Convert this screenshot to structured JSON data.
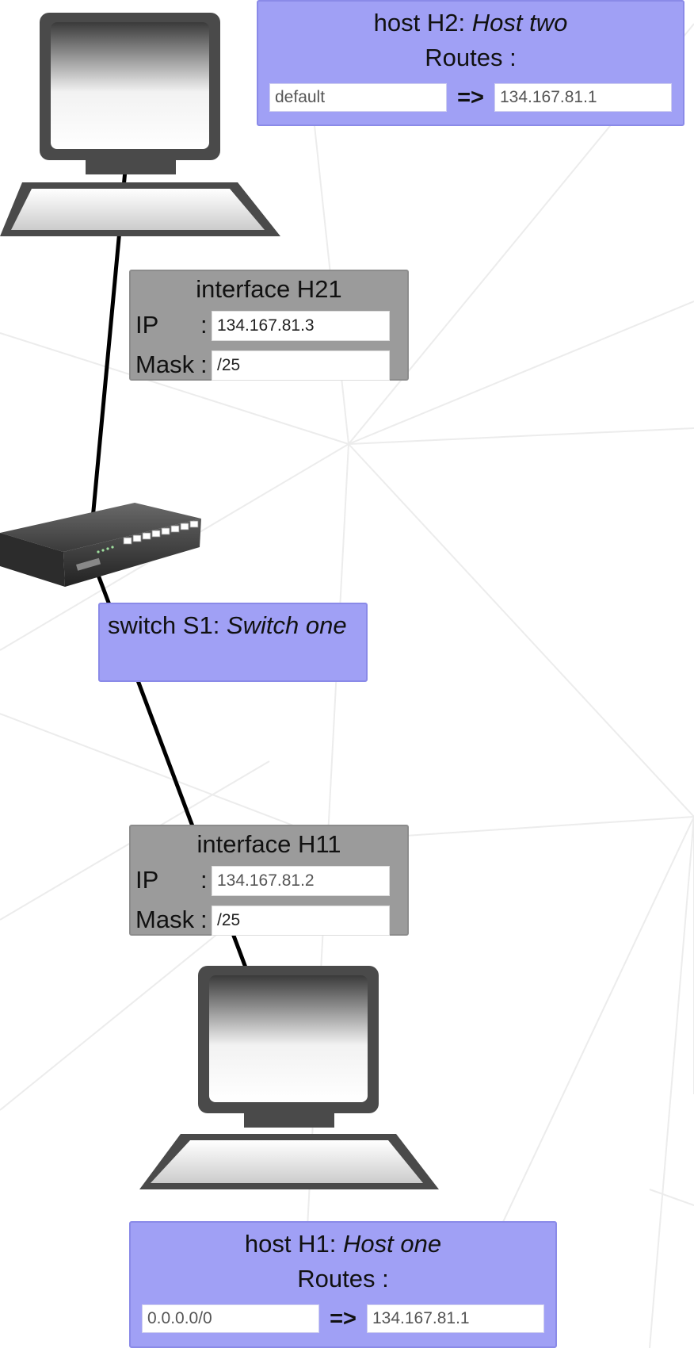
{
  "hosts": {
    "h2": {
      "kind": "host",
      "id": "H2",
      "name": "Host two",
      "routes_label": "Routes :",
      "route": {
        "destination": "default",
        "arrow": "=>",
        "gateway": "134.167.81.1"
      }
    },
    "h1": {
      "kind": "host",
      "id": "H1",
      "name": "Host one",
      "routes_label": "Routes :",
      "route": {
        "destination": "0.0.0.0/0",
        "arrow": "=>",
        "gateway": "134.167.81.1"
      }
    }
  },
  "interfaces": {
    "h21": {
      "title": "interface H21",
      "ip_label": "IP",
      "mask_label": "Mask",
      "colon": ":",
      "ip": "134.167.81.3",
      "mask": "/25"
    },
    "h11": {
      "title": "interface H11",
      "ip_label": "IP",
      "mask_label": "Mask",
      "colon": ":",
      "ip": "134.167.81.2",
      "mask": "/25"
    }
  },
  "switch": {
    "kind": "switch",
    "id": "S1",
    "name": "Switch one"
  },
  "icons": [
    "computer-icon",
    "switch-icon"
  ],
  "colors": {
    "node_panel": "#a0a0f5",
    "interface_panel": "#9b9b9b",
    "link": "#000000"
  }
}
